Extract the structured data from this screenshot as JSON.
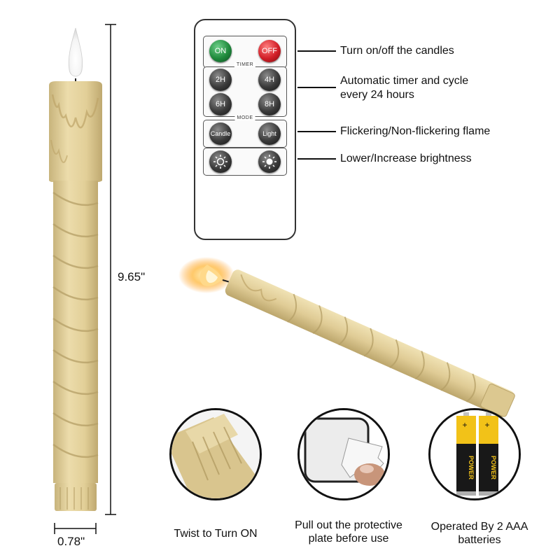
{
  "dimensions": {
    "height": "9.65\"",
    "width": "0.78\""
  },
  "remote": {
    "buttons": {
      "on": "ON",
      "off": "OFF",
      "t2h": "2H",
      "t4h": "4H",
      "t6h": "6H",
      "t8h": "8H",
      "candle": "Candle",
      "light": "Light"
    },
    "sections": {
      "timer": "TIMER",
      "mode": "MODE"
    }
  },
  "callouts": {
    "power": "Turn on/off the candles",
    "timer_line1": "Automatic timer and cycle",
    "timer_line2": "every 24 hours",
    "mode": "Flickering/Non-flickering flame",
    "brightness": "Lower/Increase brightness"
  },
  "captions": {
    "twist": "Twist to Turn ON",
    "pull_line1": "Pull out the protective",
    "pull_line2": "plate before use",
    "batteries_line1": "Operated By 2 AAA",
    "batteries_line2": "batteries"
  },
  "battery": {
    "brand": "POWER",
    "sign": "+"
  },
  "colors": {
    "candle": "#e6d5a1",
    "candle_shadow": "#c9b57e",
    "on_button": "#1f8a3c",
    "off_button": "#d21f28",
    "battery_gold": "#f2c218"
  }
}
